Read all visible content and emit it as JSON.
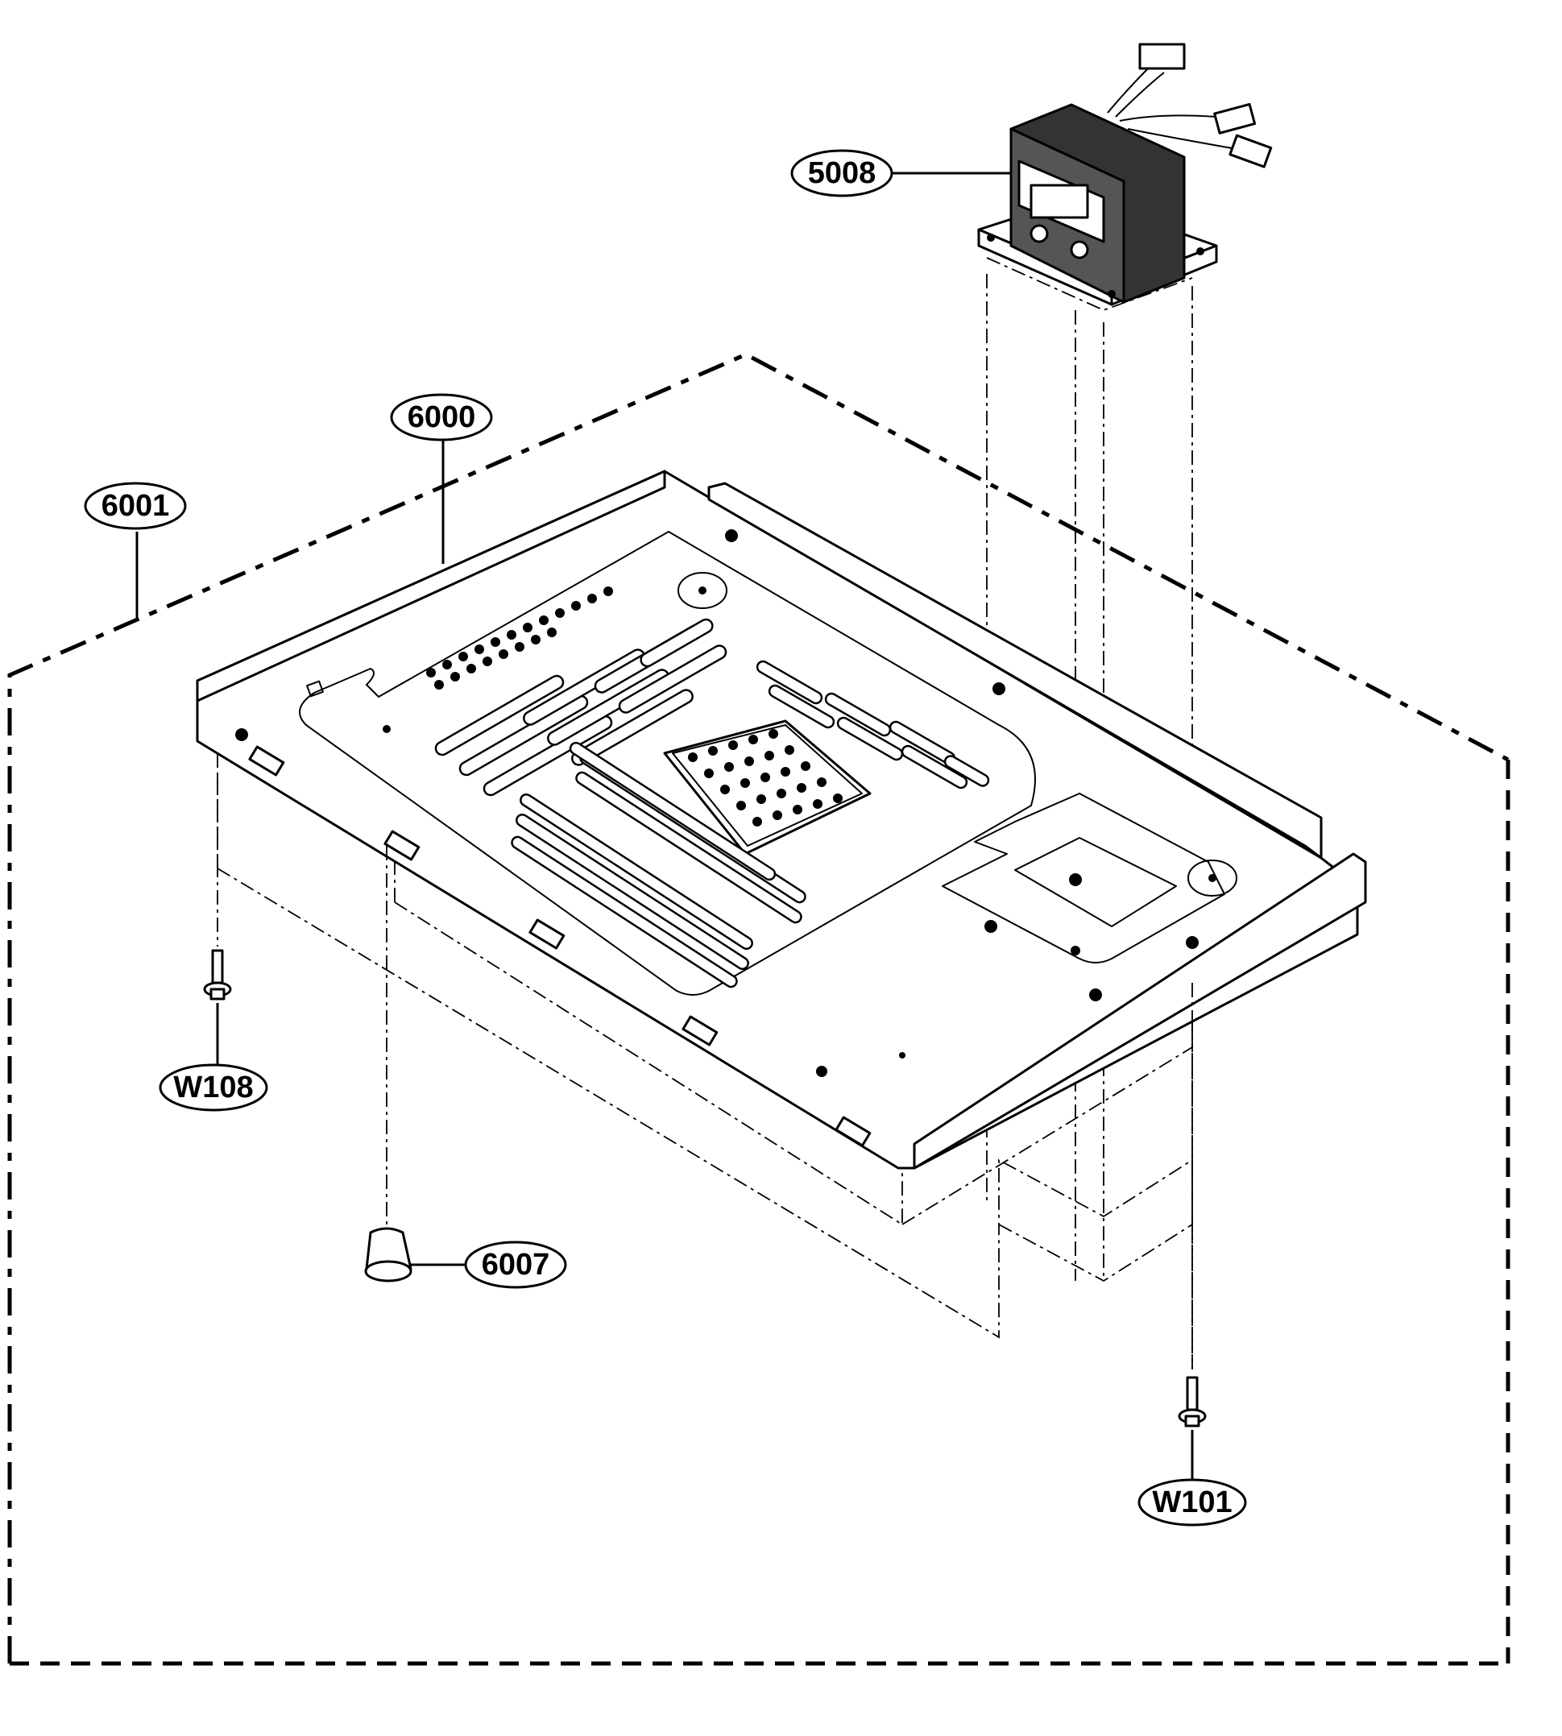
{
  "callouts": {
    "transformer": "5008",
    "base_plate": "6000",
    "base_assembly": "6001",
    "screw_left": "W108",
    "foot": "6007",
    "screw_right": "W101"
  },
  "colors": {
    "line": "#000000",
    "background": "#ffffff"
  }
}
